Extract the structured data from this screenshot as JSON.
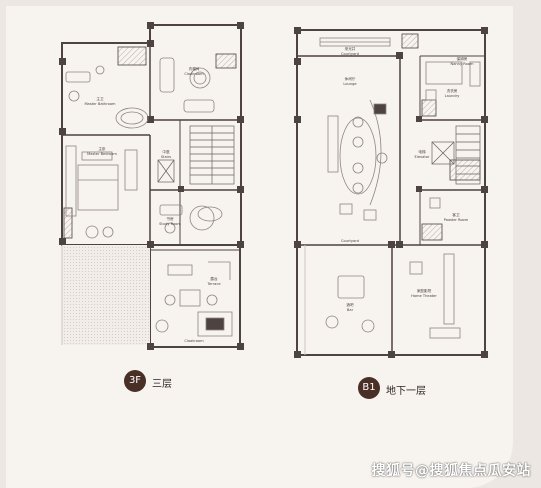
{
  "floors": {
    "f3": {
      "badge": "3F",
      "name": "三层",
      "rooms": {
        "master_bath_cn": "主卫",
        "master_bath_en": "Master Bathroom",
        "cloakroom_cn": "衣帽间",
        "cloakroom_en": "Cloakroom",
        "master_bed_cn": "主卧",
        "master_bed_en": "Master Bedroom",
        "stair_cn": "中庭",
        "stair_en": "Stairs",
        "study_cn": "书房",
        "study_en": "Study Room",
        "terrace_cn": "露台",
        "terrace_en": "Terrace",
        "bottom_label": "Cloakroom"
      }
    },
    "b1": {
      "badge": "B1",
      "name": "地下一层",
      "rooms": {
        "courtyard_cn": "采光井",
        "courtyard_en": "Courtyard",
        "lounge_cn": "休闲厅",
        "lounge_en": "Lounge",
        "nanny_cn": "保姆房",
        "nanny_en": "Nanny Room",
        "laundry_cn": "洗衣房",
        "laundry_en": "Laundry",
        "elevator_cn": "电梯",
        "elevator_en": "Elevator",
        "powder_cn": "客卫",
        "powder_en": "Powder Room",
        "bar_cn": "酒吧",
        "bar_en": "Bar",
        "theater_cn": "家庭影院",
        "theater_en": "Home Theater",
        "bottom_label": "Courtyard"
      }
    }
  },
  "watermark": "搜狐号@搜狐焦点瓜安站",
  "colors": {
    "wall": "#4d4340",
    "furniture": "#8f8480",
    "badge": "#4a2f27",
    "floor_fill": "#f7f3ef",
    "page": "#ece7e2"
  }
}
